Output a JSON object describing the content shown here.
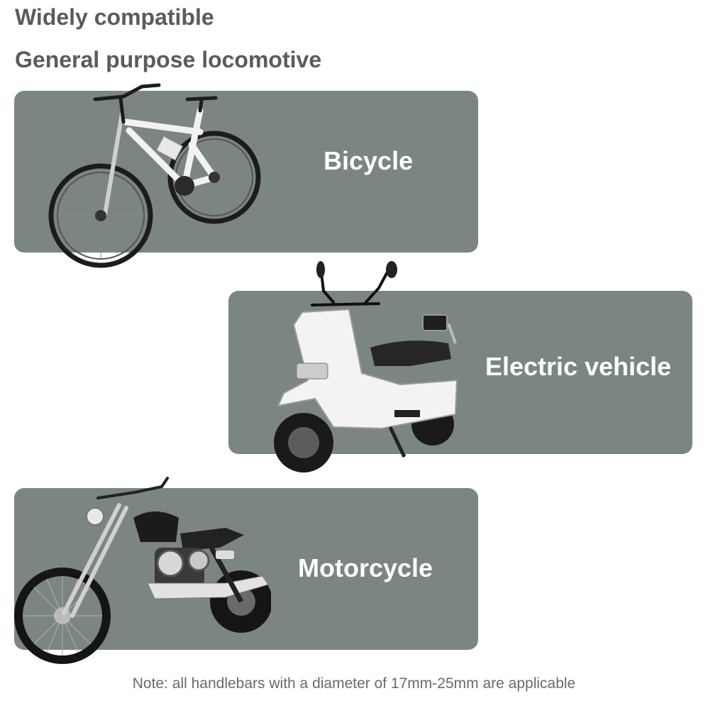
{
  "headings": {
    "line1": "Widely compatible",
    "line2": "General purpose locomotive"
  },
  "panels": [
    {
      "label": "Bicycle",
      "image": "bicycle-image"
    },
    {
      "label": "Electric vehicle",
      "image": "electric-scooter-image"
    },
    {
      "label": "Motorcycle",
      "image": "motorcycle-image"
    }
  ],
  "note": "Note: all handlebars with a diameter of 17mm-25mm are applicable",
  "colors": {
    "panel_bg": "#7b8584",
    "heading_text": "#5b5b5b",
    "label_text": "#ffffff",
    "note_text": "#6a6a6a"
  }
}
